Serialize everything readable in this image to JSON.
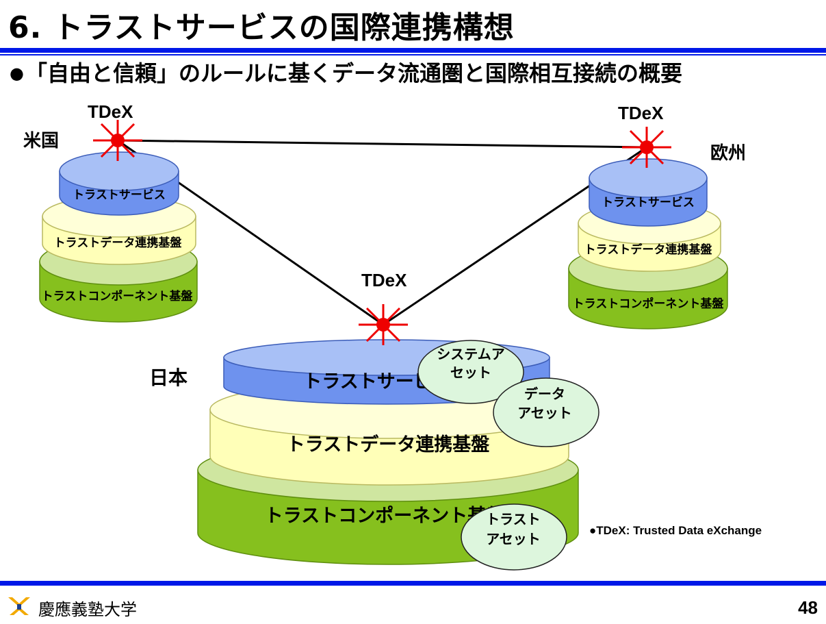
{
  "slide": {
    "title": "6. トラストサービスの国際連携構想",
    "subtitle": "「自由と信頼」のルールに基くデータ流通圏と国際相互接続の概要",
    "subtitle_bullet": "●"
  },
  "regions": {
    "us": {
      "name": "米国",
      "tdex": "TDeX",
      "layers": [
        "トラストサービス",
        "トラストデータ連携基盤",
        "トラストコンポーネント基盤"
      ]
    },
    "eu": {
      "name": "欧州",
      "tdex": "TDeX",
      "layers": [
        "トラストサービス",
        "トラストデータ連携基盤",
        "トラストコンポーネント基盤"
      ]
    },
    "japan": {
      "name": "日本",
      "tdex": "TDeX",
      "layers": [
        "トラストサービス",
        "トラストデータ連携基盤",
        "トラストコンポーネント基盤"
      ]
    }
  },
  "assets": {
    "system": [
      "システムア",
      "セット"
    ],
    "data": [
      "データ",
      "アセット"
    ],
    "trust": [
      "トラスト",
      "アセット"
    ]
  },
  "note": "●TDeX: Trusted Data eXchange",
  "footer": {
    "university": "慶應義塾大学",
    "page_number": "48"
  },
  "colors": {
    "title_bar": "#0018e8",
    "service_layer": "#6e92ee",
    "data_layer": "#ffffb8",
    "component_layer": "#86c01e",
    "asset_bubble": "#ddf6dd",
    "tdex_star": "#ee0000"
  },
  "icons": {
    "tdex_node": "red-star-burst",
    "logo": "keio-pen-logo"
  }
}
